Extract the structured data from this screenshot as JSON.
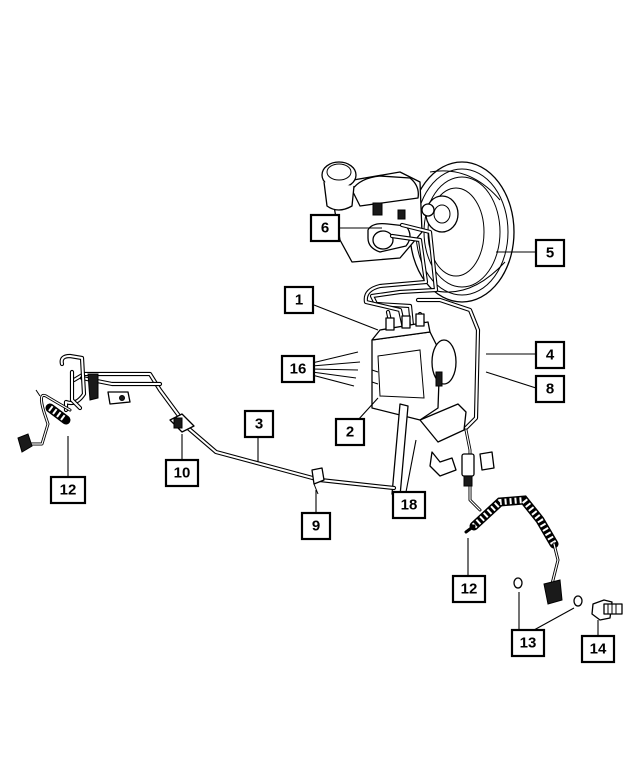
{
  "diagram": {
    "callouts": [
      {
        "id": "c1",
        "label": "1"
      },
      {
        "id": "c2",
        "label": "2"
      },
      {
        "id": "c3",
        "label": "3"
      },
      {
        "id": "c4",
        "label": "4"
      },
      {
        "id": "c5",
        "label": "5"
      },
      {
        "id": "c6",
        "label": "6"
      },
      {
        "id": "c8",
        "label": "8"
      },
      {
        "id": "c9",
        "label": "9"
      },
      {
        "id": "c10",
        "label": "10"
      },
      {
        "id": "c12a",
        "label": "12"
      },
      {
        "id": "c12b",
        "label": "12"
      },
      {
        "id": "c13",
        "label": "13"
      },
      {
        "id": "c14",
        "label": "14"
      },
      {
        "id": "c16",
        "label": "16"
      },
      {
        "id": "c18",
        "label": "18"
      }
    ]
  }
}
